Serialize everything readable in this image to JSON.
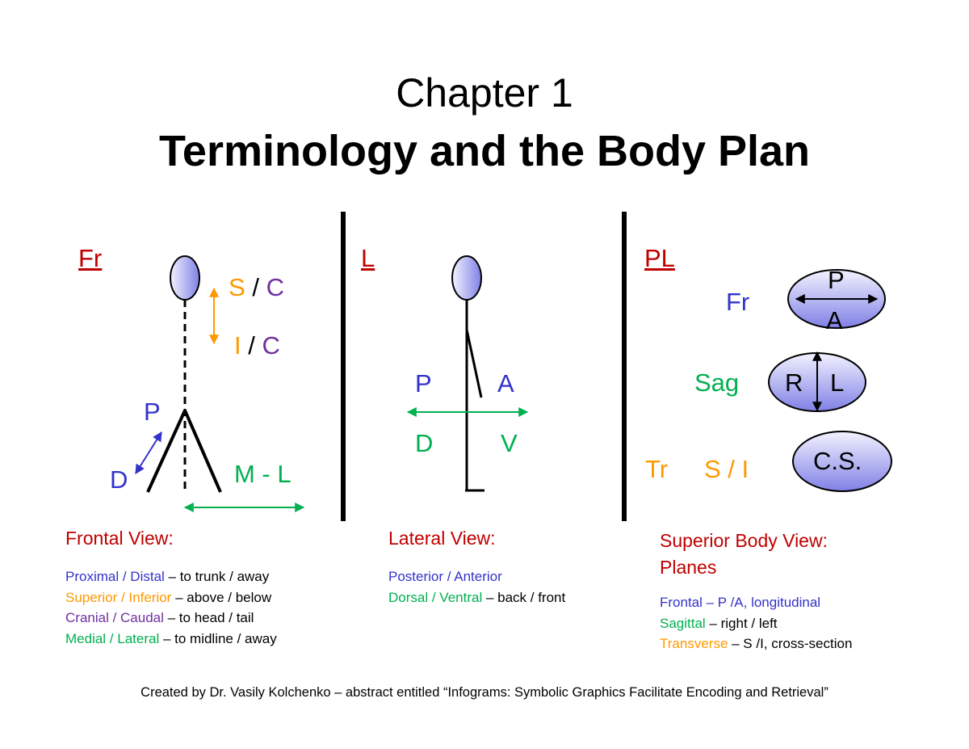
{
  "header": {
    "chapter": "Chapter 1",
    "title": "Terminology and the Body Plan"
  },
  "frontal": {
    "heading": "Fr",
    "label_s": "S",
    "label_i": "I",
    "label_c": "C",
    "slash": "/",
    "label_p": "P",
    "label_d": "D",
    "label_ml": "M - L",
    "view_title": "Frontal View:",
    "legend": [
      {
        "terms": "Proximal / Distal",
        "desc": " – to trunk / away"
      },
      {
        "terms": "Superior / Inferior",
        "desc": " – above / below"
      },
      {
        "terms": "Cranial / Caudal",
        "desc": " – to head / tail"
      },
      {
        "terms": "Medial / Lateral",
        "desc": " – to midline / away"
      }
    ]
  },
  "lateral": {
    "heading": "L",
    "label_p": "P",
    "label_a": "A",
    "label_d": "D",
    "label_v": "V",
    "view_title": "Lateral View:",
    "legend": [
      {
        "terms": "Posterior / Anterior",
        "desc": ""
      },
      {
        "terms": "Dorsal / Ventral",
        "desc": " – back / front"
      }
    ]
  },
  "planes": {
    "heading": "PL",
    "fr_label": "Fr",
    "sag_label": "Sag",
    "tr_label": "Tr",
    "si_label": "S / I",
    "oval1_top": "P",
    "oval1_bottom": "A",
    "oval2_left": "R",
    "oval2_right": "L",
    "oval3_text": "C.S.",
    "view_title_1": "Superior Body View:",
    "view_title_2": "Planes",
    "legend": [
      {
        "terms": "Frontal – P /A, longitudinal",
        "desc": ""
      },
      {
        "terms": "Sagittal",
        "desc": " – right / left"
      },
      {
        "terms": "Transverse",
        "desc": " – S /I, cross-section"
      }
    ]
  },
  "footer": {
    "credit": "Created by Dr. Vasily Kolchenko – abstract entitled “Infograms: Symbolic Graphics Facilitate Encoding and Retrieval”"
  },
  "colors": {
    "red": "#c00000",
    "blue": "#3333cc",
    "orange": "#ff9900",
    "purple": "#7030a0",
    "green": "#00b050",
    "oval_fill_light": "#f2f2ff",
    "oval_fill_dark": "#8080e6"
  }
}
